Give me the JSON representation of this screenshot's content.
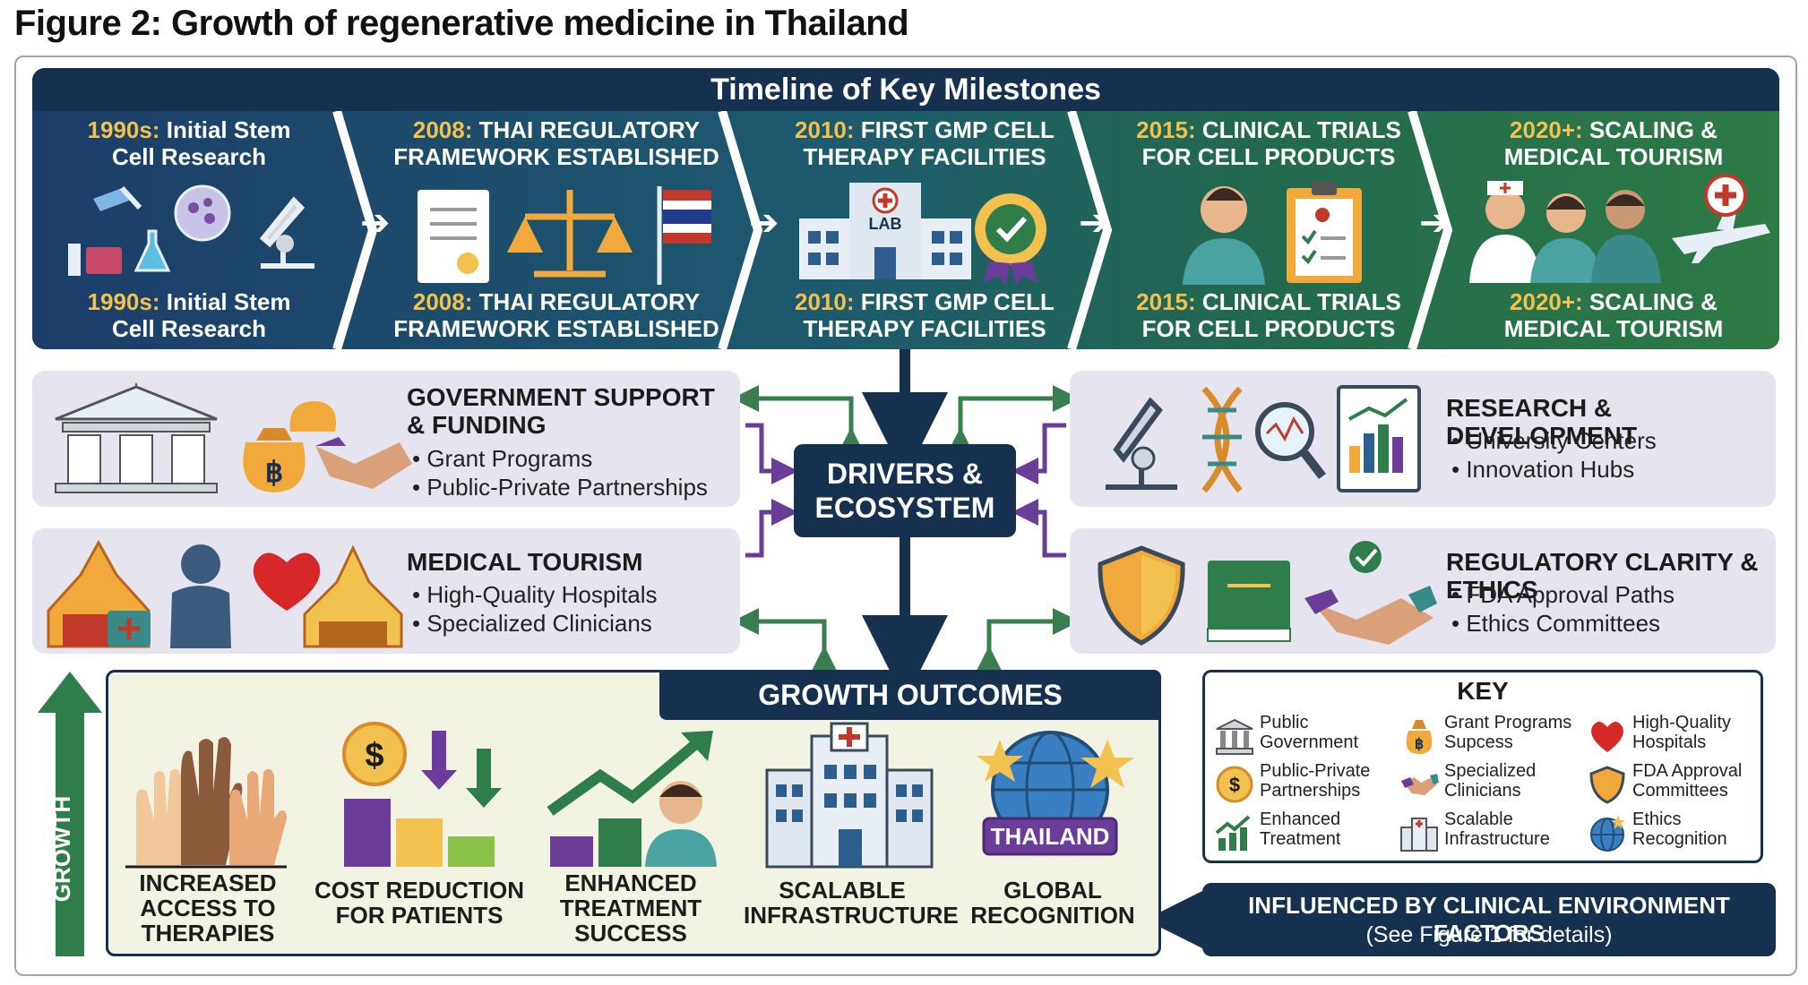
{
  "figure_title": "Figure 2: Growth of regenerative medicine in Thailand",
  "timeline": {
    "heading": "Timeline of Key Milestones",
    "stages": [
      {
        "year": "1990s:",
        "rest1": " Initial Stem",
        "line2": "Cell Research"
      },
      {
        "year": "2008:",
        "rest1": " THAI REGULATORY",
        "line2": "FRAMEWORK ESTABLISHED"
      },
      {
        "year": "2010:",
        "rest1": " FIRST GMP CELL",
        "line2": "THERAPY FACILITIES"
      },
      {
        "year": "2015:",
        "rest1": " CLINICAL TRIALS",
        "line2": "FOR CELL PRODUCTS"
      },
      {
        "year": "2020+:",
        "rest1": " SCALING &",
        "line2": "MEDICAL TOURISM"
      }
    ],
    "lab_label": "LAB"
  },
  "drivers": {
    "line1": "DRIVERS &",
    "line2": "ECOSYSTEM"
  },
  "boxes": {
    "gov": {
      "title1": "GOVERNMENT SUPPORT",
      "title2": "& FUNDING",
      "items": [
        "Grant Programs",
        "Public-Private Partnerships"
      ]
    },
    "tourism": {
      "title1": "MEDICAL TOURISM",
      "items": [
        "High-Quality Hospitals",
        "Specialized Clinicians"
      ]
    },
    "rnd": {
      "title1": "RESEARCH & DEVELOPMENT",
      "items": [
        "University Centers",
        "Innovation Hubs"
      ]
    },
    "reg": {
      "title1": "REGULATORY CLARITY & ETHICS",
      "items": [
        "FDA Approval Paths",
        "Ethics Committees"
      ]
    }
  },
  "outcomes": {
    "heading": "GROWTH OUTCOMES",
    "growth_label": "GROWTH",
    "thailand_label": "THAILAND",
    "items": [
      {
        "l1": "INCREASED",
        "l2": "ACCESS TO",
        "l3": "THERAPIES"
      },
      {
        "l1": "COST REDUCTION",
        "l2": "FOR PATIENTS",
        "l3": ""
      },
      {
        "l1": "ENHANCED",
        "l2": "TREATMENT",
        "l3": "SUCCESS"
      },
      {
        "l1": "SCALABLE",
        "l2": "INFRASTRUCTURE",
        "l3": ""
      },
      {
        "l1": "GLOBAL",
        "l2": "RECOGNITION",
        "l3": ""
      }
    ]
  },
  "key": {
    "title": "KEY",
    "items": [
      {
        "l1": "Public",
        "l2": "Government"
      },
      {
        "l1": "Grant Programs",
        "l2": "Supcess"
      },
      {
        "l1": "High-Quality",
        "l2": "Hospitals"
      },
      {
        "l1": "Public-Private",
        "l2": "Partnerships"
      },
      {
        "l1": "Specialized",
        "l2": "Clinicians"
      },
      {
        "l1": "FDA Approval",
        "l2": "Committees"
      },
      {
        "l1": "Enhanced",
        "l2": "Treatment"
      },
      {
        "l1": "Scalable",
        "l2": "Infrastructure"
      },
      {
        "l1": "Ethics",
        "l2": "Recognition"
      }
    ]
  },
  "influence": {
    "line1": "INFLUENCED BY CLINICAL ENVIRONMENT FACTORS",
    "line2": "(See Figure 1 for details)"
  },
  "colors": {
    "navy": "#16304f",
    "blue": "#1f4e79",
    "teal": "#1f6b6b",
    "green": "#2e7d4a",
    "gold": "#f2c14e",
    "purple": "#6a3d9a",
    "arrow_green": "#3a7d4f"
  }
}
